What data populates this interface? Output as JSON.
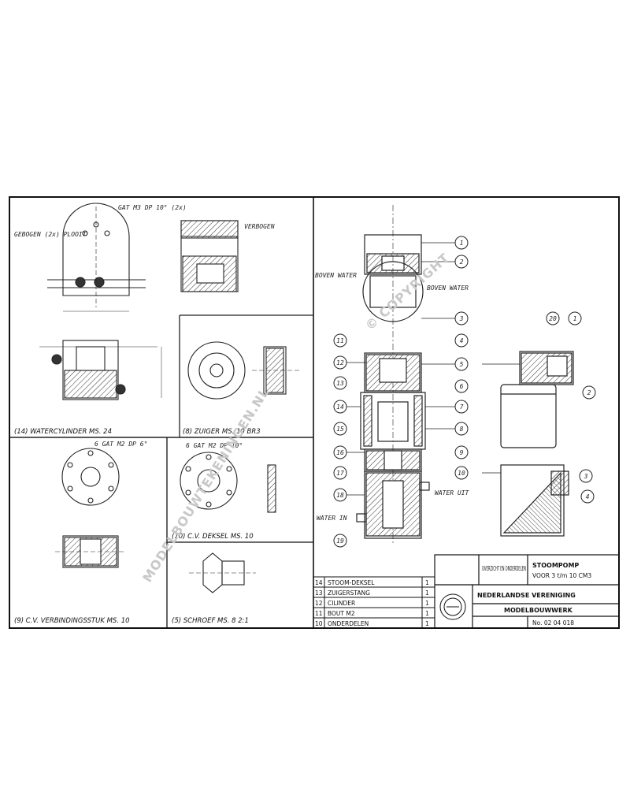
{
  "watermarks": {
    "diagonal_left": "MODELBOUWTEKENINGEN.NL",
    "diagonal_right": "© COPYRIGHT"
  },
  "views": {
    "water_cylinder": {
      "number": "(14)",
      "caption": "WATERCYLINDER  MS. 24",
      "note_top": "GAT M3 DP 10° (2x)",
      "note_left": "GEBOGEN (2x) PLOOIT",
      "note_right": "VERBOGEN"
    },
    "zuiger": {
      "number": "(8)",
      "caption": "ZUIGER  MS. 10  BR3"
    },
    "verbindingsstuk": {
      "number": "(9)",
      "caption": "C.V. VERBINDINGSSTUK  MS. 10",
      "note": "6 GAT M2 DP 6°"
    },
    "deksel": {
      "number": "(10)",
      "caption": "C.V. DEKSEL  MS. 10",
      "note": "6 GAT M2 DP 10°"
    },
    "schroef": {
      "number": "(5)",
      "caption": "SCHROEF  MS. 8  2:1"
    }
  },
  "assembly": {
    "labels_left": [
      "BOVEN WATER"
    ],
    "labels_right": [
      "BOVEN WATER",
      "WATER UIT"
    ],
    "label_bottom_left": "WATER IN",
    "balloons": [
      "1",
      "2",
      "3",
      "4",
      "5",
      "6",
      "7",
      "8",
      "9",
      "10",
      "11",
      "12",
      "13",
      "14",
      "15",
      "16",
      "17",
      "18",
      "19",
      "20"
    ]
  },
  "parts_list": [
    {
      "no": "14",
      "name": "STOOM-DEKSEL",
      "qty": "1"
    },
    {
      "no": "13",
      "name": "ZUIGERSTANG",
      "qty": "1"
    },
    {
      "no": "12",
      "name": "CILINDER",
      "qty": "1"
    },
    {
      "no": "11",
      "name": "BOUT M2",
      "qty": "1"
    },
    {
      "no": "10",
      "name": "ONDERDELEN",
      "qty": "1"
    }
  ],
  "title_block": {
    "drawing_title": "OVERZICHT EN ONDERDELEN",
    "subject": "STOOMPOMP",
    "subject_sub": "VOOR 3 t/m 10 CM3",
    "association": "NEDERLANDSE VERENIGING",
    "association_2": "MODELBOUWWERK",
    "drawing_no": "No. 02 04 018"
  }
}
